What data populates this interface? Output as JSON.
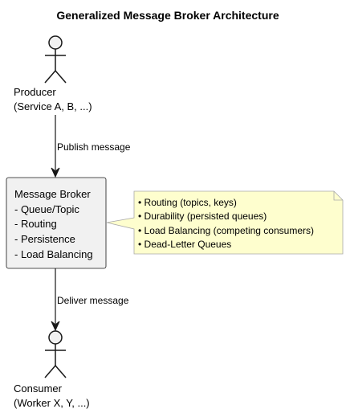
{
  "title": "Generalized Message Broker Architecture",
  "colors": {
    "actor_fill": "#f1f1f1",
    "box_fill": "#f1f1f1",
    "stroke": "#181818",
    "note_fill": "#fefece",
    "note_stroke": "#a8a8a8"
  },
  "producer": {
    "icon": "stick-figure-icon",
    "name": "Producer",
    "detail": "(Service A, B, ...)"
  },
  "consumer": {
    "icon": "stick-figure-icon",
    "name": "Consumer",
    "detail": "(Worker X, Y, ...)"
  },
  "edges": {
    "publish": "Publish message",
    "deliver": "Deliver message"
  },
  "broker": {
    "title": "Message Broker",
    "items": [
      "- Queue/Topic",
      "- Routing",
      "- Persistence",
      "- Load Balancing"
    ]
  },
  "note": {
    "items": [
      "• Routing (topics, keys)",
      "• Durability (persisted queues)",
      "• Load Balancing (competing consumers)",
      "• Dead-Letter Queues"
    ]
  }
}
